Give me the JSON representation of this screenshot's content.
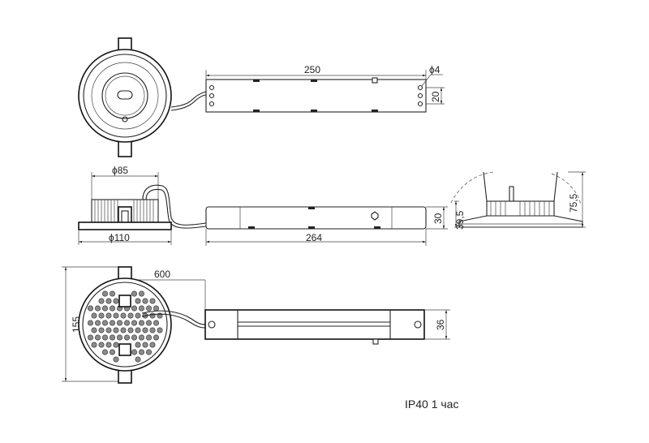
{
  "dimensions": {
    "top_length": "250",
    "hole": "ϕ4",
    "top_height": "20",
    "diameter_85": "ϕ85",
    "diameter_110": "ϕ110",
    "side_length": "264",
    "side_height": "30",
    "height_39_5": "39,5",
    "height_75_5": "75,5",
    "cable_length": "600",
    "overall_height": "155",
    "bottom_height": "36"
  },
  "caption": "IP40 1 час"
}
